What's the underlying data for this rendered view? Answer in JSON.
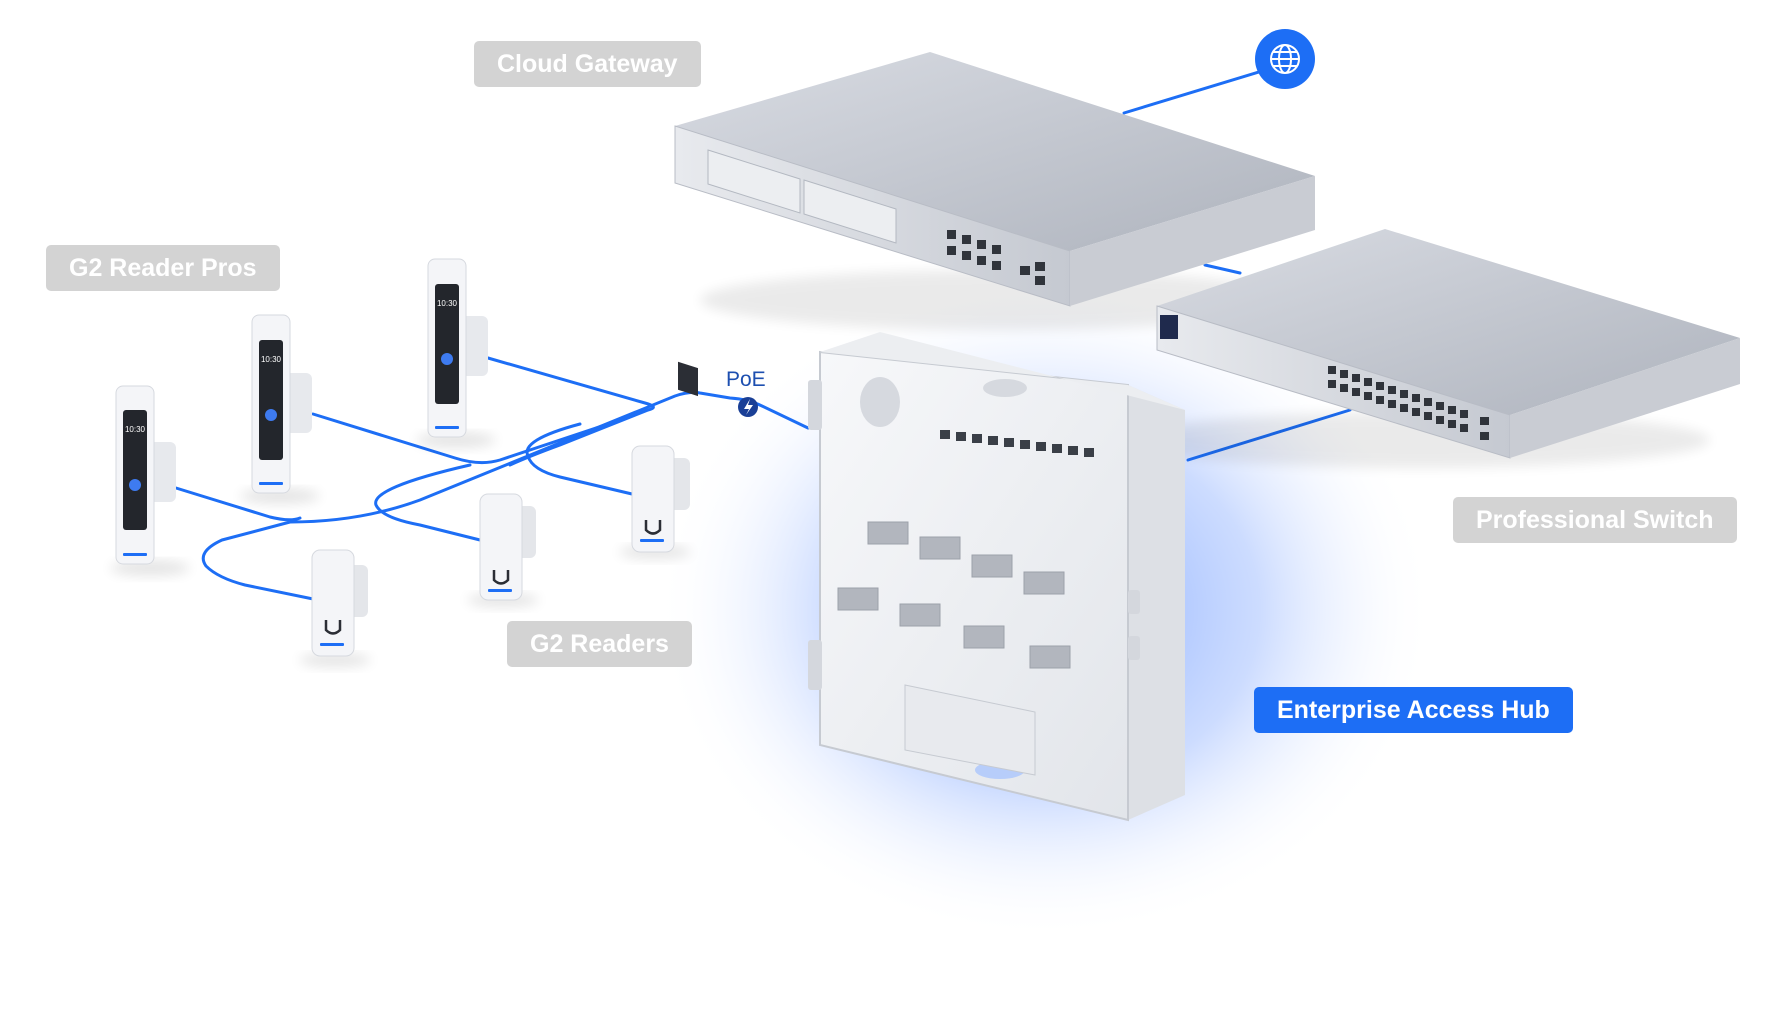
{
  "labels": {
    "cloud_gateway": "Cloud Gateway",
    "g2_reader_pros": "G2 Reader Pros",
    "g2_readers": "G2 Readers",
    "professional_switch": "Professional Switch",
    "enterprise_access_hub": "Enterprise Access Hub",
    "poe": "PoE"
  },
  "reader_pro_screen": {
    "time": "10:30"
  },
  "icons": {
    "internet": "globe-icon",
    "poe": "lightning-bolt-icon",
    "reader_logo": "u-logo-icon"
  },
  "colors": {
    "cable": "#1d6ef5",
    "accent": "#1d6ef5",
    "poe_dot": "#1a3f96",
    "tag_gray": "#d3d3d3",
    "hub_glow": "#6f9bff",
    "device_body": "#f4f5f8",
    "rack_unit": "#dfe1e6"
  }
}
